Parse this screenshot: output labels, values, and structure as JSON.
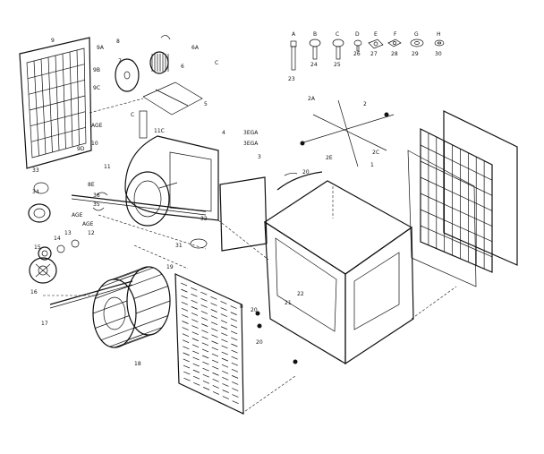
{
  "labels": {
    "l1": "1",
    "l2": "2",
    "l2a": "2A",
    "l2c": "2C",
    "l2e": "2E",
    "l3": "3",
    "l4": "4",
    "l5": "5",
    "l6": "6",
    "l6a": "6A",
    "l7": "7",
    "l8": "8",
    "l9": "9",
    "l9a": "9A",
    "l9b": "9B",
    "l9c": "9C",
    "l9d": "9D",
    "l10": "10",
    "l11": "11",
    "l11c": "11C",
    "l12": "12",
    "l13": "13",
    "l14": "14",
    "l15": "15",
    "l16": "16",
    "l17": "17",
    "l18": "18",
    "l19": "19",
    "l20a": "20",
    "l20b": "20",
    "l20c": "20",
    "l21": "21",
    "l22": "22",
    "l23": "23",
    "l24": "24",
    "l25": "25",
    "l26": "26",
    "l27": "27",
    "l28": "28",
    "l29": "29",
    "l30": "30",
    "l31": "31",
    "l32": "32",
    "l33": "33",
    "l34": "34",
    "l35": "35",
    "l36": "36",
    "lc1": "C",
    "lc2": "C",
    "la": "A",
    "lb": "B",
    "lcc": "C",
    "ld": "D",
    "le": "E",
    "lf": "F",
    "lg": "G",
    "lh": "H",
    "l8b": "8",
    "l8e": "8E",
    "lage1": "AGE",
    "lage2": "AGE",
    "lage3": "AGE",
    "l3ega": "3EGA",
    "l4ega": "3EGA"
  }
}
